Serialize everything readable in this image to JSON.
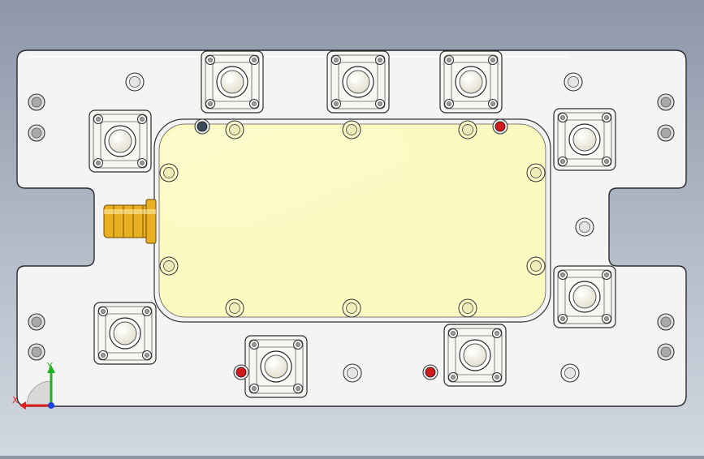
{
  "viewport": {
    "background_top": "#8d97a8",
    "background_bottom": "#d2d8e1"
  },
  "model": {
    "plate_color": "#f4f4f4",
    "cover_color": "#fcfac0",
    "connector_color": "#e8b020",
    "cap_color": "#f3f1e1",
    "red_marker_color": "#d21a1a",
    "dark_marker_color": "#3c4a5e",
    "parts": [
      "base-plate",
      "lid-cover",
      "sma-connector",
      "feedthrough-block",
      "mounting-hole",
      "location-pin"
    ]
  },
  "triad": {
    "x_label": "X",
    "y_label": "Y",
    "x_color": "#e02020",
    "y_color": "#20b020",
    "z_color": "#2040e0"
  }
}
